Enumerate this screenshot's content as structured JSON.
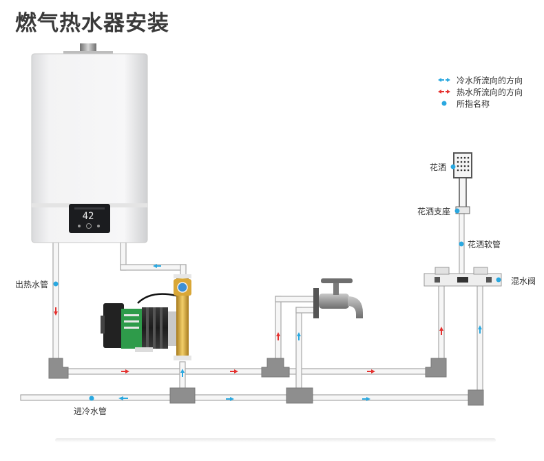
{
  "title": "燃气热水器安装",
  "legend": {
    "cold_flow": "冷水所流向的方向",
    "hot_flow": "热水所流向的方向",
    "pointer": "所指名称"
  },
  "labels": {
    "hot_outlet_pipe": "出热水管",
    "cold_inlet_pipe": "进冷水管",
    "shower_head": "花洒",
    "shower_holder": "花洒支座",
    "shower_hose": "花洒软管",
    "mixing_valve": "混水阀"
  },
  "heater_display": "42",
  "colors": {
    "pipe_fill": "#f5f5f5",
    "pipe_stroke": "#a8a8a8",
    "fitting": "#8e8e8e",
    "cold_arrow": "#2aa8e0",
    "hot_arrow": "#e5312f",
    "pointer_dot": "#2aa8e0",
    "title": "#3a3a3a",
    "brass": "#d4a437"
  }
}
